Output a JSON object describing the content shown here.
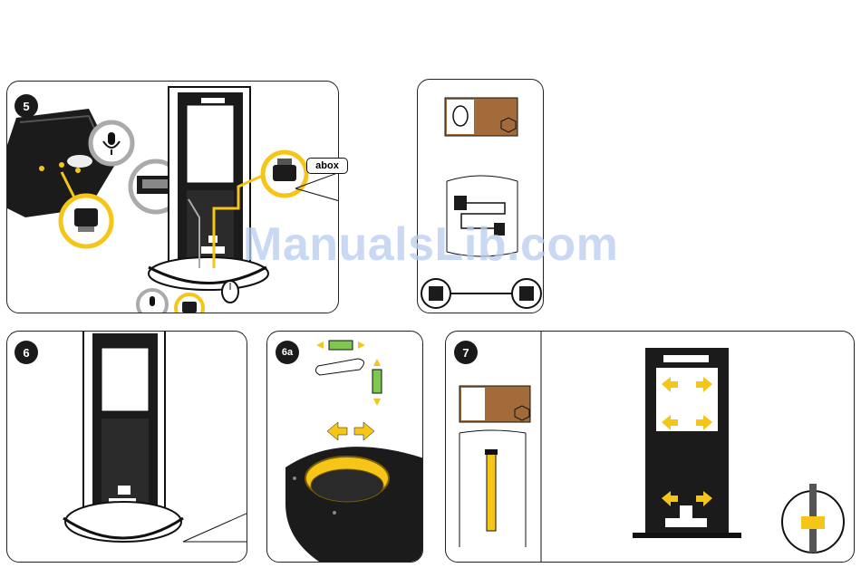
{
  "steps": {
    "step5": "5",
    "step6": "6",
    "step6a": "6a",
    "step7": "7"
  },
  "brand": "abox",
  "watermark": "ManualsLib.com",
  "colors": {
    "accent_yellow": "#f5c518",
    "dark_panel": "#1b1b1b",
    "box_brown": "#a36a3a",
    "green_level": "#7ec850",
    "watermark": "#b9cdef"
  },
  "icons": [
    "microphone-icon",
    "connector-icon",
    "box-icon",
    "level-icon",
    "arrow-icon",
    "adjust-ring-icon",
    "magnify-icon"
  ]
}
